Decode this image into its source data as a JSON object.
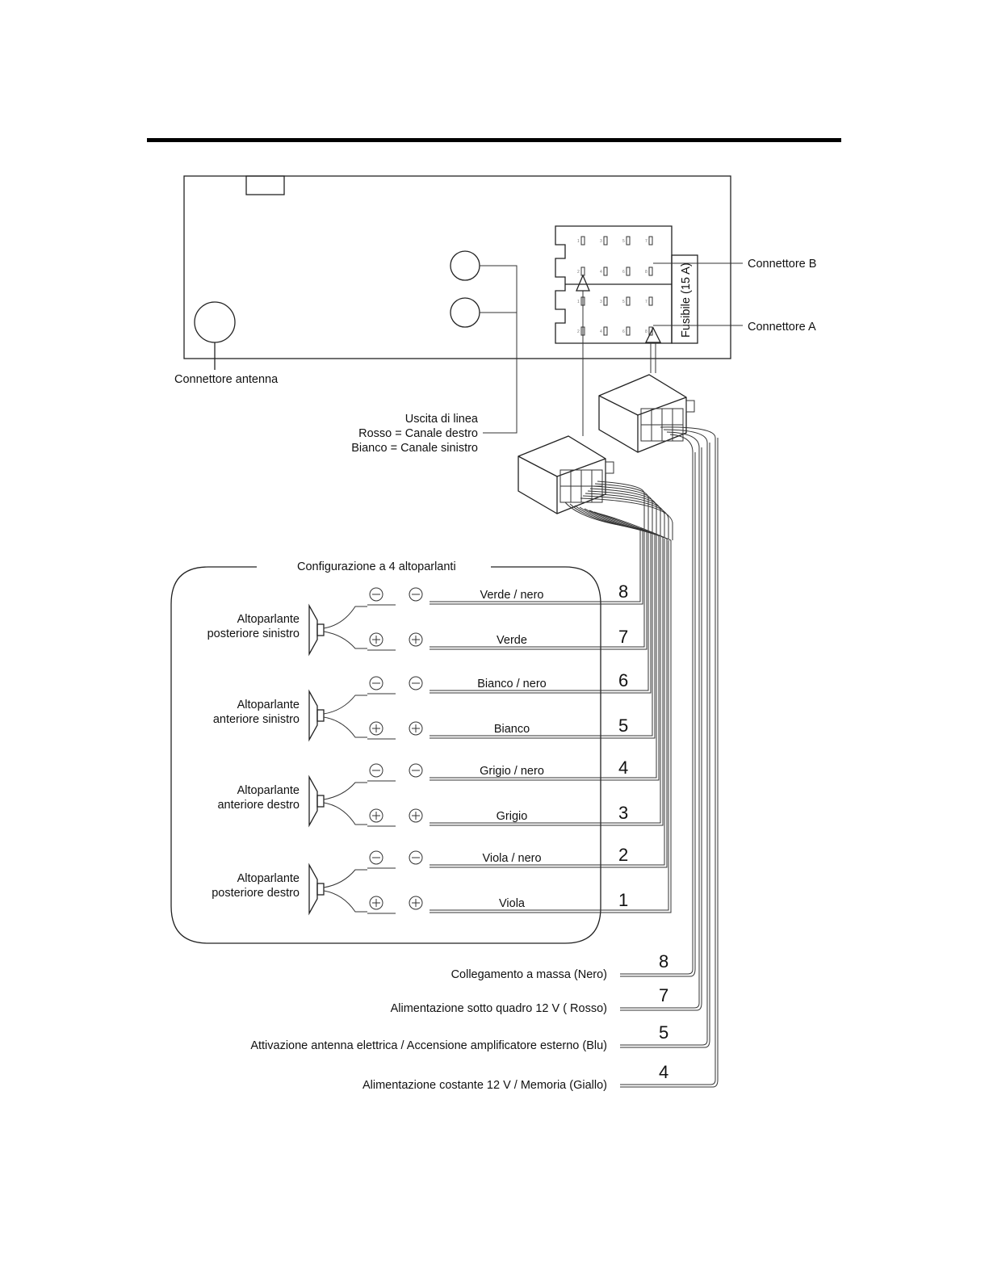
{
  "unit": {
    "antenna_label": "Connettore antenna",
    "connector_b_label": "Connettore B",
    "connector_a_label": "Connettore A",
    "fuse_label": "Fusibile (15 A)",
    "line_out": [
      "Uscita di linea",
      "Rosso = Canale destro",
      "Bianco = Canale sinistro"
    ]
  },
  "speakers": {
    "title": "Configurazione a 4 altoparlanti",
    "groups": [
      {
        "name": [
          "Altoparlante",
          "posteriore sinistro"
        ]
      },
      {
        "name": [
          "Altoparlante",
          "anteriore sinistro"
        ]
      },
      {
        "name": [
          "Altoparlante",
          "anteriore destro"
        ]
      },
      {
        "name": [
          "Altoparlante",
          "posteriore destro"
        ]
      }
    ],
    "wires": [
      {
        "label": "Verde / nero",
        "pin": "8",
        "polarity": "-"
      },
      {
        "label": "Verde",
        "pin": "7",
        "polarity": "+"
      },
      {
        "label": "Bianco / nero",
        "pin": "6",
        "polarity": "-"
      },
      {
        "label": "Bianco",
        "pin": "5",
        "polarity": "+"
      },
      {
        "label": "Grigio / nero",
        "pin": "4",
        "polarity": "-"
      },
      {
        "label": "Grigio",
        "pin": "3",
        "polarity": "+"
      },
      {
        "label": "Viola / nero",
        "pin": "2",
        "polarity": "-"
      },
      {
        "label": "Viola",
        "pin": "1",
        "polarity": "+"
      }
    ]
  },
  "power": [
    {
      "label": "Collegamento a massa (Nero)",
      "pin": "8"
    },
    {
      "label": "Alimentazione sotto quadro 12 V ( Rosso)",
      "pin": "7"
    },
    {
      "label": "Attivazione antenna elettrica / Accensione amplificatore esterno (Blu)",
      "pin": "5"
    },
    {
      "label": "Alimentazione costante 12 V / Memoria (Giallo)",
      "pin": "4"
    }
  ],
  "connector_pin_labels": {
    "b_top": [
      "1",
      "3",
      "5",
      "7"
    ],
    "b_bottom": [
      "2",
      "4",
      "6",
      "8"
    ],
    "a_top": [
      "1",
      "3",
      "5",
      "7"
    ],
    "a_bottom": [
      "2",
      "4",
      "6",
      "8"
    ]
  }
}
